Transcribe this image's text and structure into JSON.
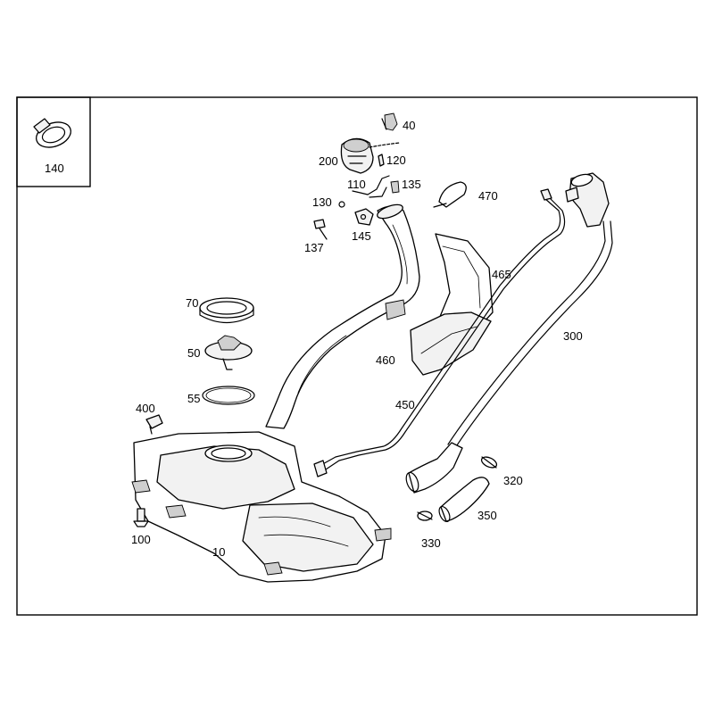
{
  "diagram": {
    "callouts": [
      {
        "id": "p140",
        "text": "140"
      },
      {
        "id": "p40",
        "text": "40"
      },
      {
        "id": "p200",
        "text": "200"
      },
      {
        "id": "p120",
        "text": "120"
      },
      {
        "id": "p110",
        "text": "110"
      },
      {
        "id": "p135",
        "text": "135"
      },
      {
        "id": "p130",
        "text": "130"
      },
      {
        "id": "p470",
        "text": "470"
      },
      {
        "id": "p145",
        "text": "145"
      },
      {
        "id": "p137",
        "text": "137"
      },
      {
        "id": "p465",
        "text": "465"
      },
      {
        "id": "p70",
        "text": "70"
      },
      {
        "id": "p300",
        "text": "300"
      },
      {
        "id": "p50",
        "text": "50"
      },
      {
        "id": "p460",
        "text": "460"
      },
      {
        "id": "p55",
        "text": "55"
      },
      {
        "id": "p450",
        "text": "450"
      },
      {
        "id": "p400",
        "text": "400"
      },
      {
        "id": "p320",
        "text": "320"
      },
      {
        "id": "p350",
        "text": "350"
      },
      {
        "id": "p100",
        "text": "100"
      },
      {
        "id": "p330",
        "text": "330"
      },
      {
        "id": "p10",
        "text": "10"
      }
    ]
  }
}
